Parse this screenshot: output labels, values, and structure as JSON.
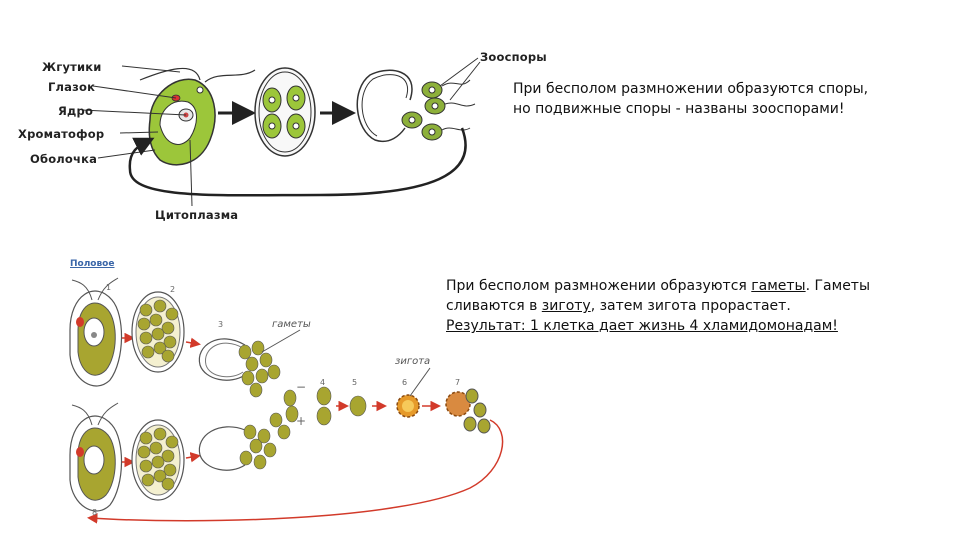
{
  "top_figure": {
    "labels": {
      "flagella": "Жгутики",
      "eyespot": "Глазок",
      "nucleus": "Ядро",
      "chromatophore": "Хроматофор",
      "membrane": "Оболочка",
      "cytoplasm": "Цитоплазма",
      "zoospores": "Зооспоры"
    },
    "note_line1": "При бесполом размножении образуются споры,",
    "note_line2": "но подвижные споры  - названы зооспорами!"
  },
  "bottom_figure": {
    "section_label": "Половое",
    "gametes_label": "гаметы",
    "zygote_label": "зигота",
    "step_numbers": [
      "1",
      "2",
      "3",
      "4",
      "5",
      "6",
      "7",
      "8"
    ],
    "plus_sign": "+",
    "minus_sign": "−",
    "note_line1_a": "При бесполом размножении образуются ",
    "note_line1_u": "гаметы",
    "note_line1_b": ".  Гаметы",
    "note_line2_a": "сливаются в ",
    "note_line2_u": "зиготу",
    "note_line2_b": ", затем зигота  прорастает.",
    "note_line3": "Результат: 1 клетка дает жизнь 4 хламидомонадам!"
  },
  "colors": {
    "cell_green": "#9cc63a",
    "gamete_olive": "#a8a530",
    "zygote_orange": "#e69a2a",
    "arrow_red": "#d23a2a"
  }
}
